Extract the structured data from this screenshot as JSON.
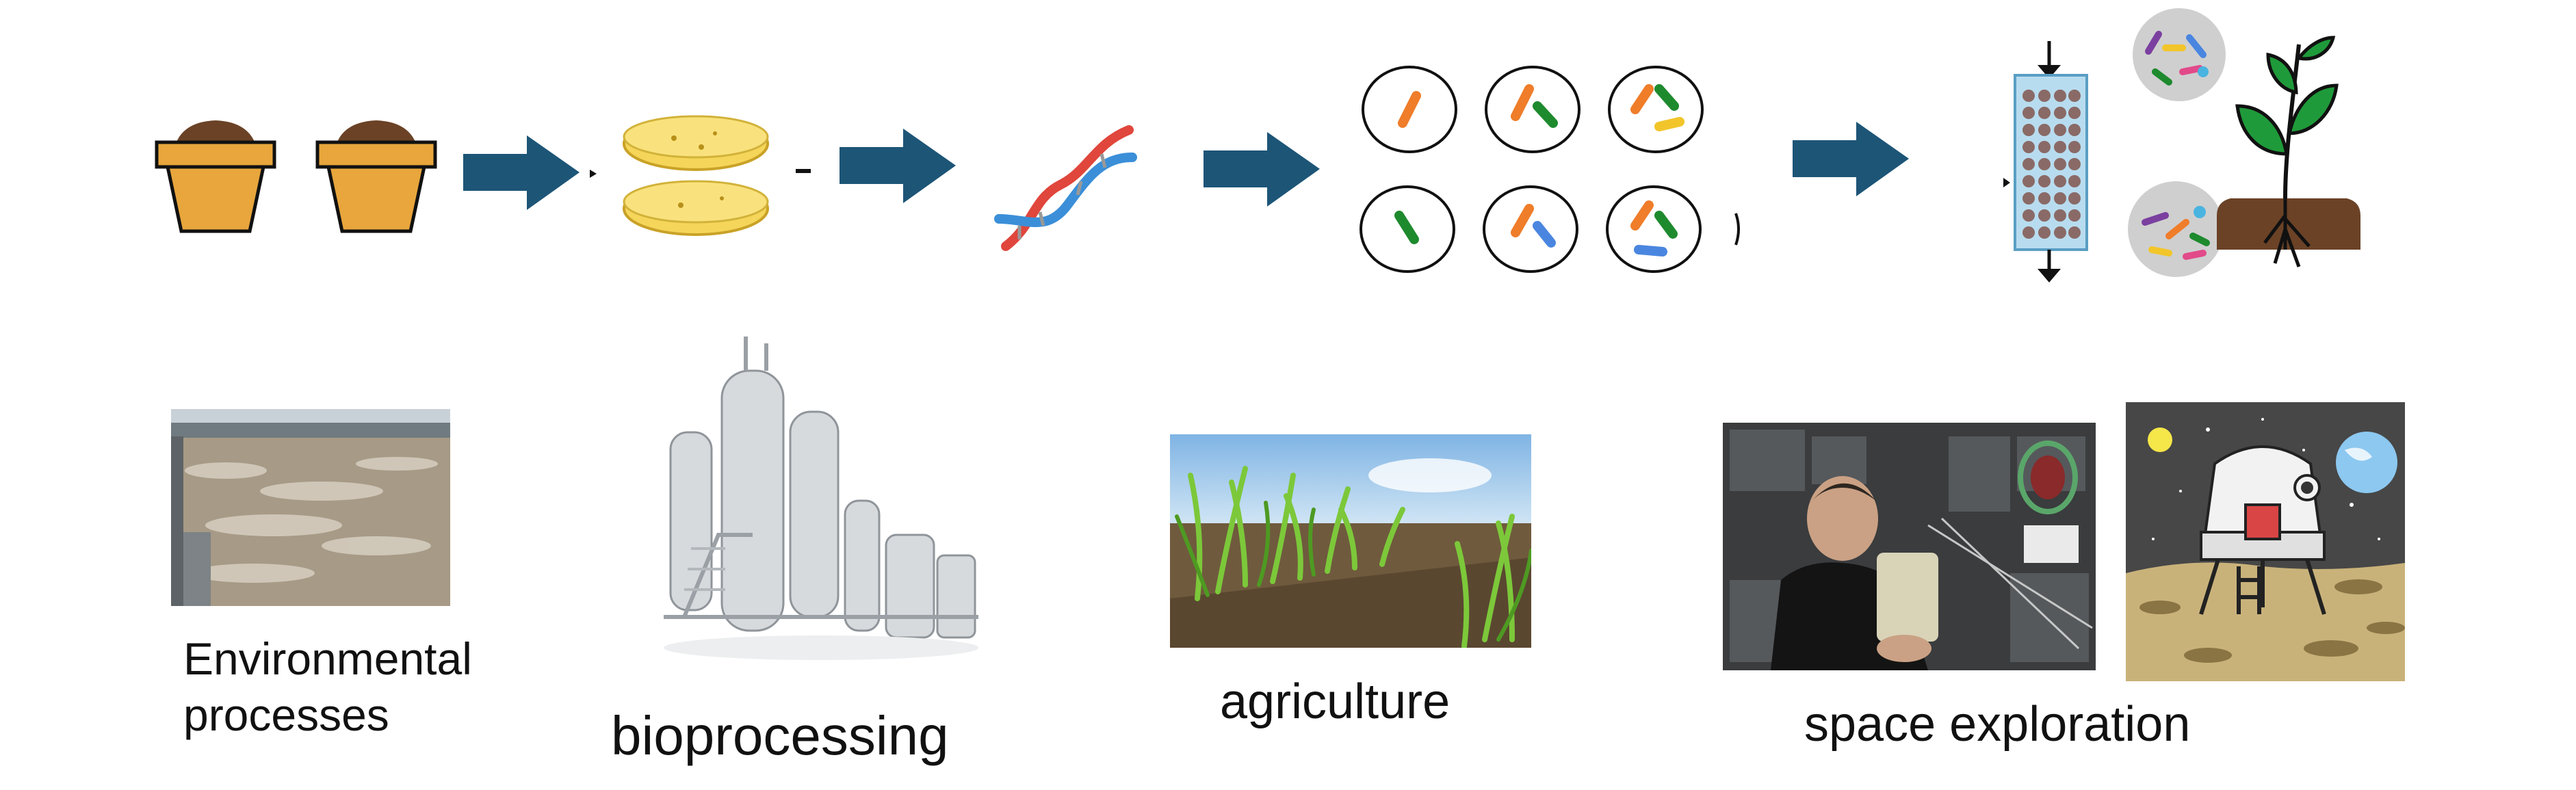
{
  "workflow": {
    "steps": [
      {
        "icon": "soil-pot-icon"
      },
      {
        "icon": "soil-pot-icon"
      },
      {
        "icon": "petri-dish-culture-icon"
      },
      {
        "icon": "dna-helix-icon"
      },
      {
        "icon": "isolated-strain-plates-icon"
      },
      {
        "icon": "microfluidic-chip-icon"
      },
      {
        "icon": "plant-microbiome-icon"
      }
    ],
    "arrow_color": "#1d5577"
  },
  "applications": [
    {
      "label": "Environmental",
      "label_line2": "processes",
      "image": "wastewater-treatment-photo"
    },
    {
      "label": "bioprocessing",
      "image": "bioreactor-photo"
    },
    {
      "label": "agriculture",
      "image": "corn-field-photo"
    },
    {
      "label": "space exploration",
      "image": "space-station-photo",
      "image2": "lunar-habitat-illustration"
    }
  ],
  "colors": {
    "pot": "#e8a63c",
    "soil": "#6b4226",
    "agar": "#f5d55a",
    "arrow": "#1d5577"
  }
}
